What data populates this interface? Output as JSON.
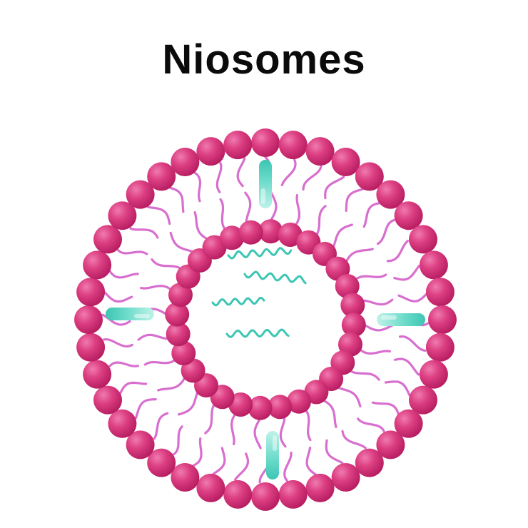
{
  "title": "Niosomes",
  "colors": {
    "head_light": "#f07bb0",
    "head_mid": "#dc3f82",
    "head_dark": "#b81d62",
    "tail": "#d86fcf",
    "drug_light": "#bff2e9",
    "drug_mid": "#6fdccb",
    "drug_dark": "#3cc6b3",
    "strand": "#3cc6b3",
    "background": "#ffffff"
  },
  "structure": {
    "outer_head_count": 40,
    "inner_head_count": 28,
    "embedded_drug_count": 4,
    "encapsulated_strand_count": 4
  }
}
